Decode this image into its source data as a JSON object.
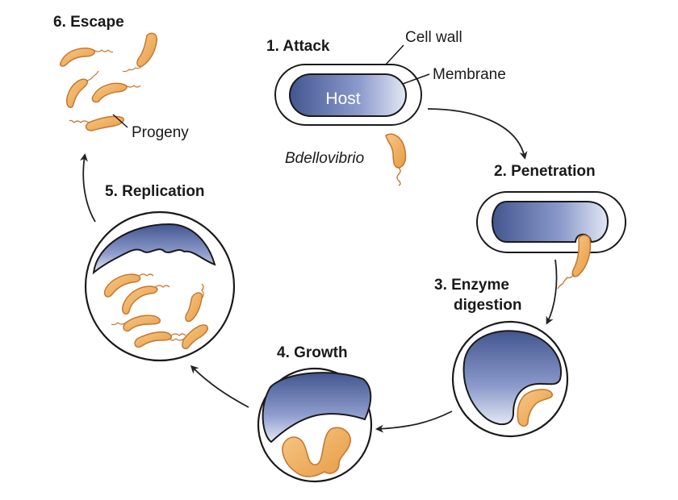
{
  "steps": [
    {
      "label": "1. Attack"
    },
    {
      "label": "2. Penetration"
    },
    {
      "label": "3. Enzyme",
      "label2": "digestion"
    },
    {
      "label": "4. Growth"
    },
    {
      "label": "5. Replication"
    },
    {
      "label": "6. Escape"
    }
  ],
  "annotations": {
    "cell_wall": "Cell wall",
    "membrane": "Membrane",
    "host": "Host",
    "bdellovibrio": "Bdellovibrio",
    "progeny": "Progeny"
  },
  "colors": {
    "host_dark": "#4a5c9c",
    "host_light": "#dfe6f3",
    "bacterium_fill": "#f0b56a",
    "bacterium_edge": "#c5742c",
    "outline": "#1a1a1a",
    "arrow": "#222222"
  }
}
